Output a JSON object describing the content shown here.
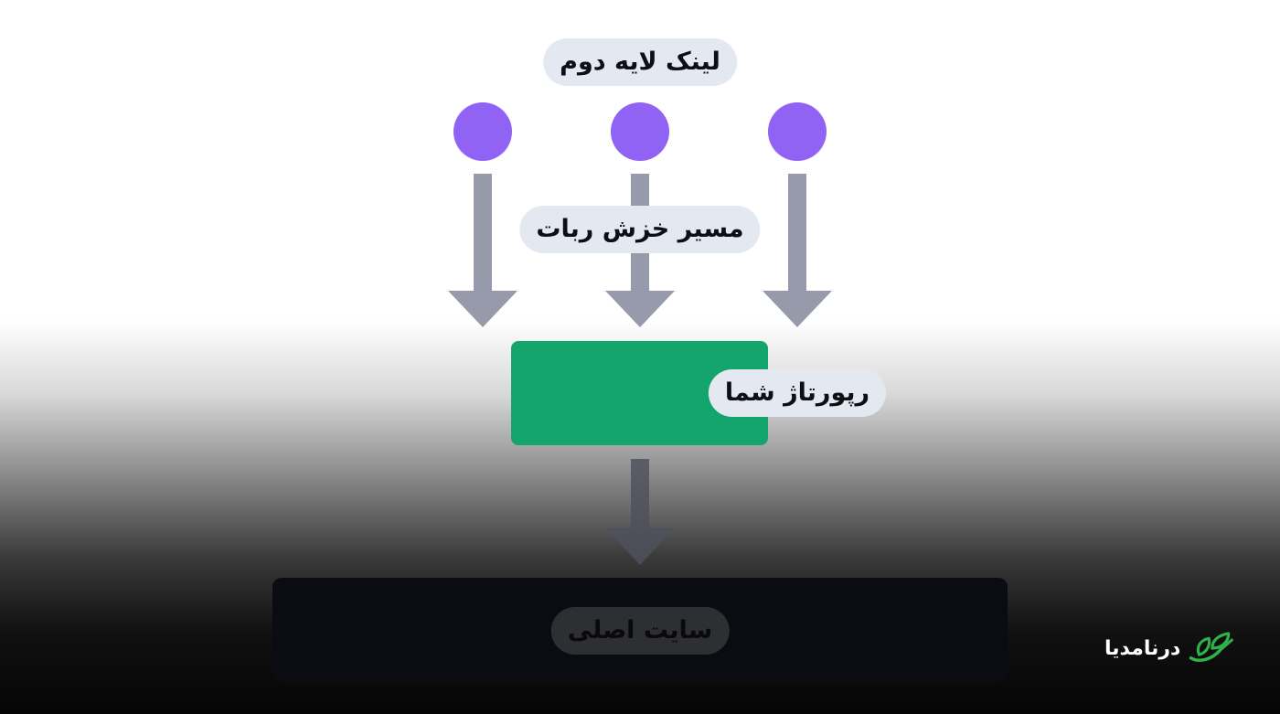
{
  "diagram": {
    "second_layer_links_label": "لینک لایه دوم",
    "crawl_path_label": "مسیر خزش ربات",
    "report_label": "رپورتاژ شما",
    "main_site_label": "سایت اصلی"
  },
  "colors": {
    "node": "#9063f4",
    "arrow_light": "#969aaa",
    "report_box": "#13a56c",
    "main_site_box": "#0b0c12",
    "logo_green": "#2fb24a"
  },
  "brand": {
    "logo_text": "درنامدیا",
    "logo_icon": "leaf-icon"
  }
}
